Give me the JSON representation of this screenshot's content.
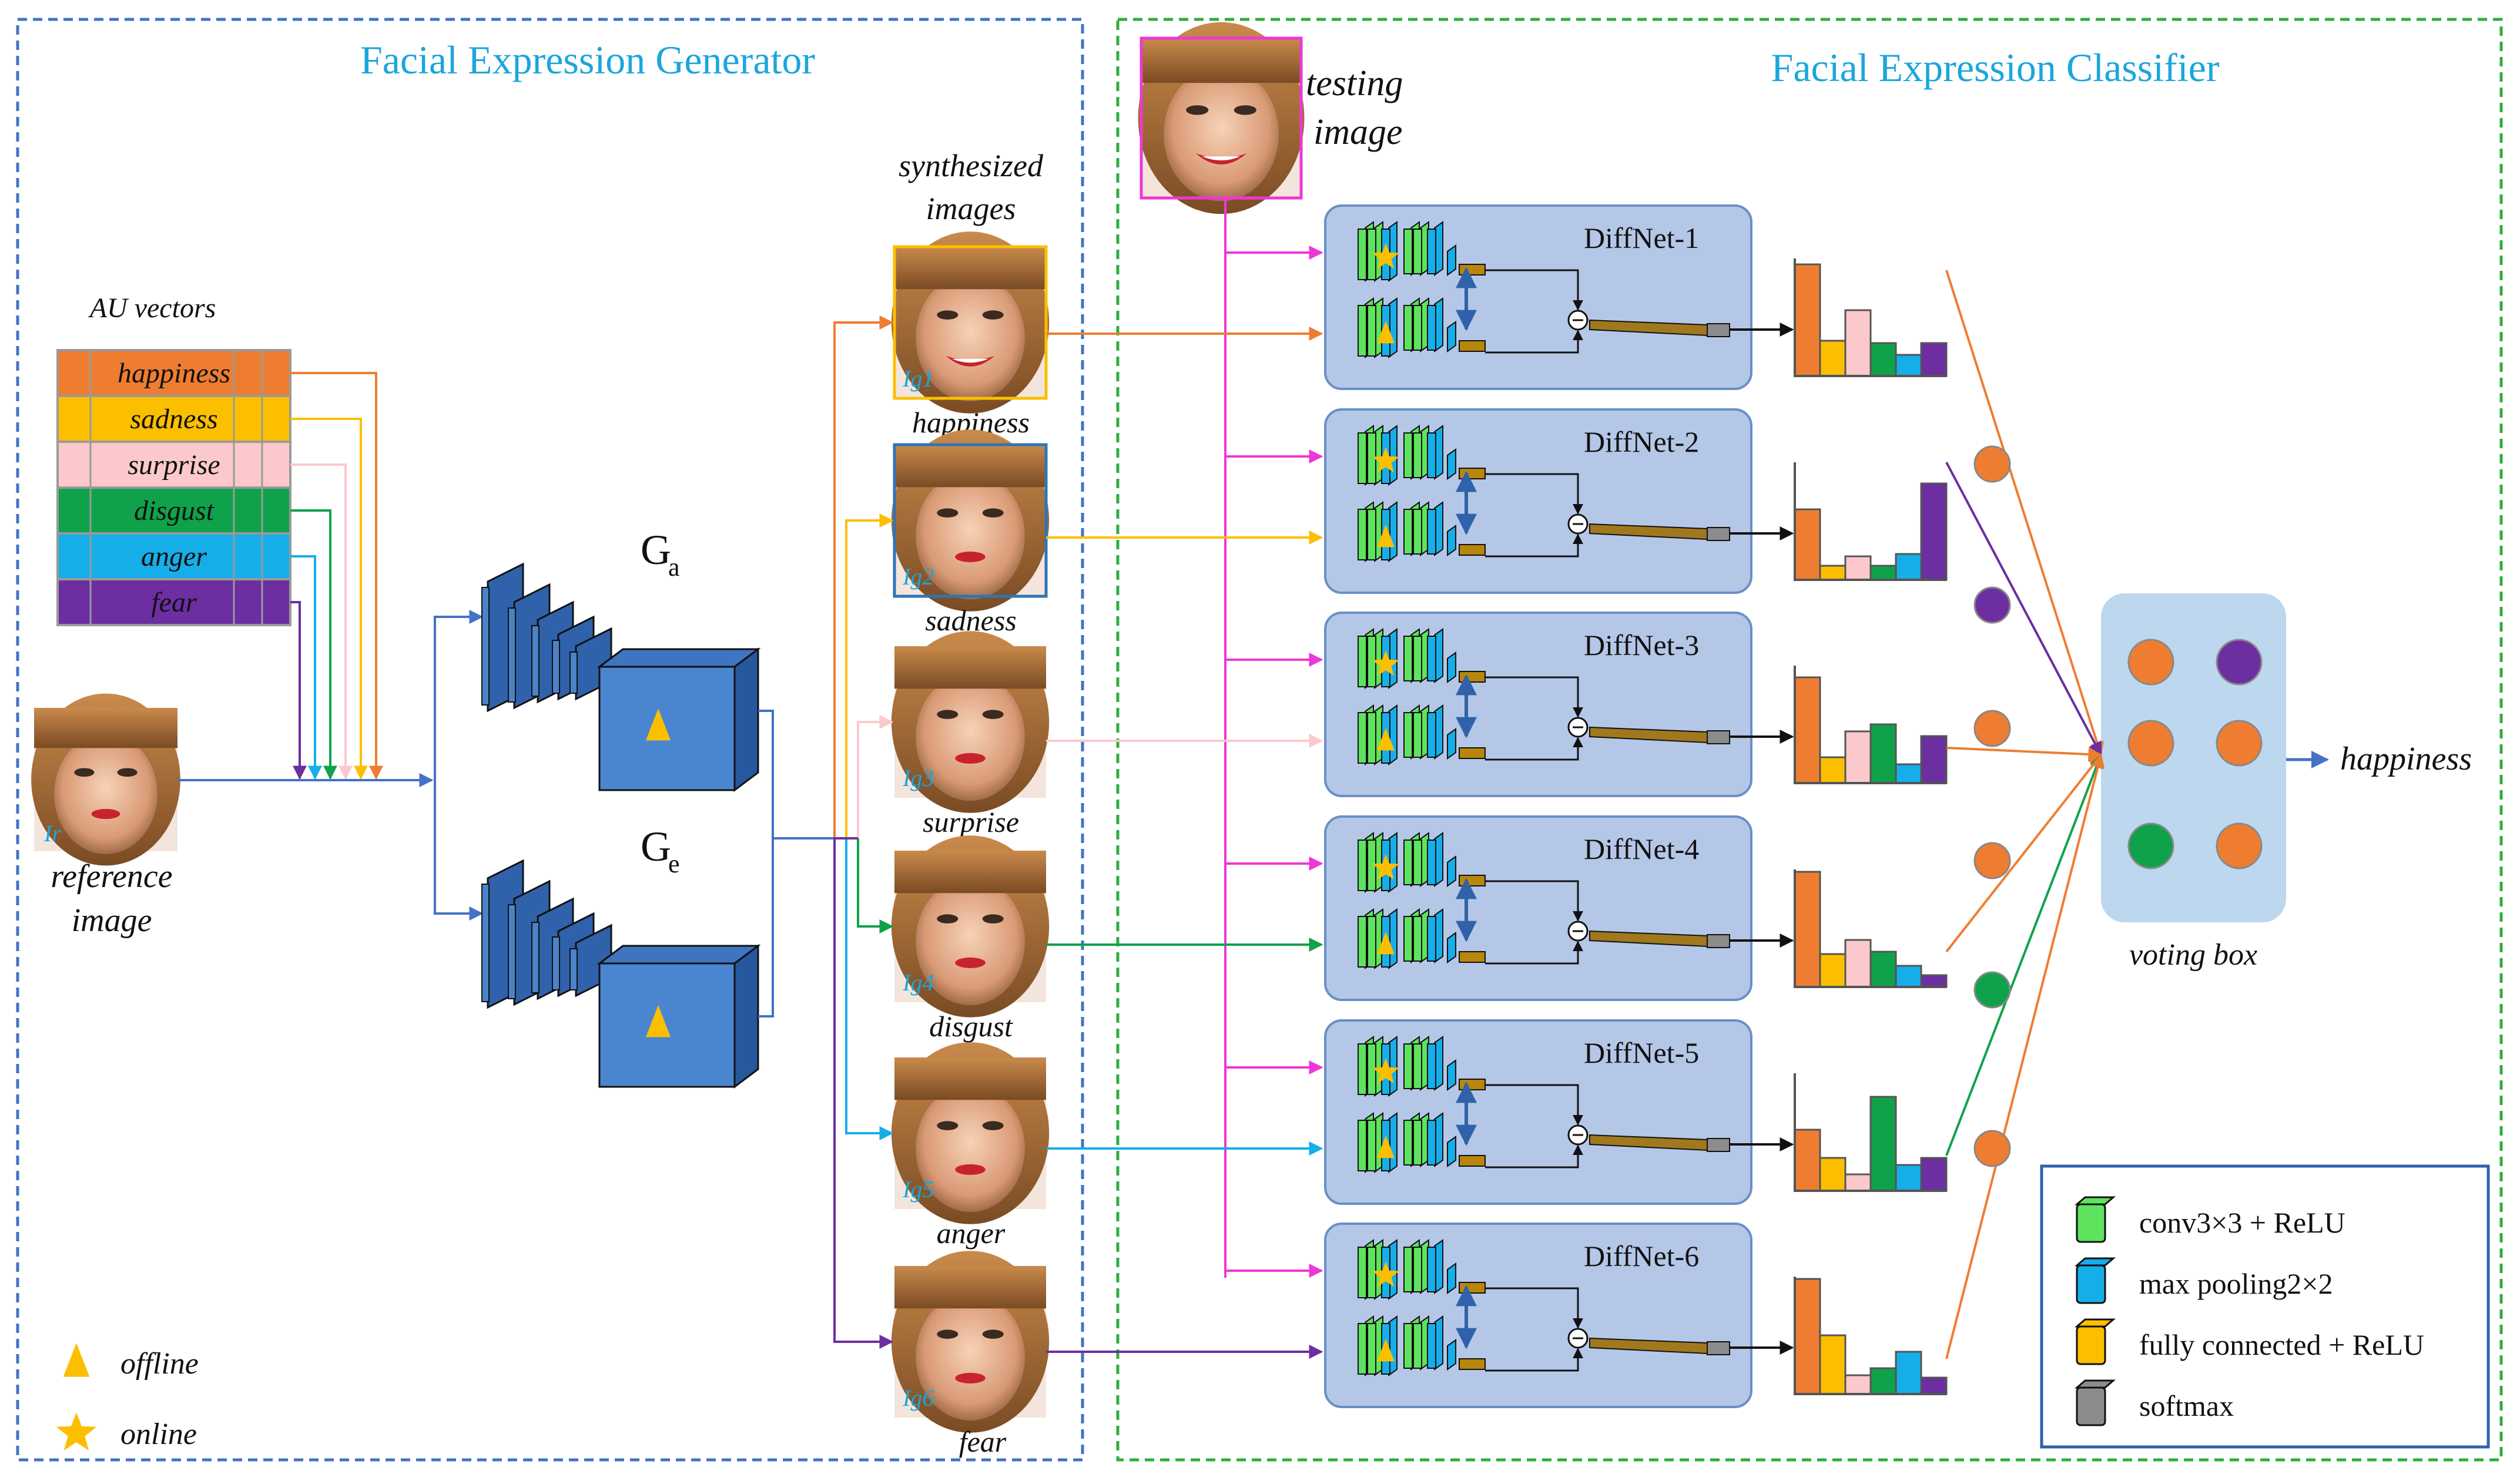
{
  "generator": {
    "title": "Facial Expression Generator",
    "au_title": "AU vectors",
    "au_vectors": [
      {
        "label": "happiness",
        "color": "#ee7d31"
      },
      {
        "label": "sadness",
        "color": "#fcbf00"
      },
      {
        "label": "surprise",
        "color": "#fbc9cc"
      },
      {
        "label": "disgust",
        "color": "#0fa24b"
      },
      {
        "label": "anger",
        "color": "#16aee9"
      },
      {
        "label": "fear",
        "color": "#6c2ea1"
      }
    ],
    "reference_label": [
      "reference",
      "image"
    ],
    "reference_sub": "I",
    "reference_sub_idx": "r",
    "ga_label": "G",
    "ga_sub": "a",
    "ge_label": "G",
    "ge_sub": "e",
    "legend_offline": "offline",
    "legend_online": "online",
    "synth_title": [
      "synthesized",
      "images"
    ],
    "synthesized": [
      {
        "label": "happiness",
        "sub": "I",
        "idx": "g1",
        "frame": "#fcbf00"
      },
      {
        "label": "sadness",
        "sub": "I",
        "idx": "g2",
        "frame": "#2e75b6"
      },
      {
        "label": "surprise",
        "sub": "I",
        "idx": "g3",
        "frame": "none"
      },
      {
        "label": "disgust",
        "sub": "I",
        "idx": "g4",
        "frame": "none"
      },
      {
        "label": "anger",
        "sub": "I",
        "idx": "g5",
        "frame": "none"
      },
      {
        "label": "fear",
        "sub": "I",
        "idx": "g6",
        "frame": "none"
      }
    ]
  },
  "classifier": {
    "title": "Facial Expression Classifier",
    "testing_label": [
      "testing",
      "image"
    ],
    "diffnets": [
      {
        "label": "DiffNet-1",
        "hist": [
          0.95,
          0.3,
          0.56,
          0.28,
          0.18,
          0.28
        ],
        "vote": "#ee7d31"
      },
      {
        "label": "DiffNet-2",
        "hist": [
          0.6,
          0.12,
          0.2,
          0.12,
          0.22,
          0.82
        ],
        "vote": "#6c2ea1"
      },
      {
        "label": "DiffNet-3",
        "hist": [
          0.9,
          0.22,
          0.44,
          0.5,
          0.16,
          0.4
        ],
        "vote": "#ee7d31"
      },
      {
        "label": "DiffNet-4",
        "hist": [
          0.98,
          0.28,
          0.4,
          0.3,
          0.18,
          0.1
        ],
        "vote": "#ee7d31"
      },
      {
        "label": "DiffNet-5",
        "hist": [
          0.52,
          0.28,
          0.14,
          0.8,
          0.22,
          0.28
        ],
        "vote": "#0fa24b"
      },
      {
        "label": "DiffNet-6",
        "hist": [
          0.98,
          0.5,
          0.16,
          0.22,
          0.36,
          0.14
        ],
        "vote": "#ee7d31"
      }
    ],
    "voting_label": "voting box",
    "output_label": "happiness",
    "voting_circles": [
      "#ee7d31",
      "#6c2ea1",
      "#ee7d31",
      "#ee7d31",
      "#0fa24b",
      "#ee7d31"
    ],
    "legend": [
      {
        "label": "conv3×3 + ReLU",
        "color": "#5ee35e"
      },
      {
        "label": "max pooling2×2",
        "color": "#16aee9"
      },
      {
        "label": "fully connected + ReLU",
        "color": "#fcbf00"
      },
      {
        "label": "softmax",
        "color": "#8c8c8c"
      }
    ]
  },
  "colors": {
    "blue_line": "#4472c4",
    "magenta": "#ee37d7",
    "net_bg": "#b4c7e7",
    "net_stroke": "#6a8fc7"
  }
}
